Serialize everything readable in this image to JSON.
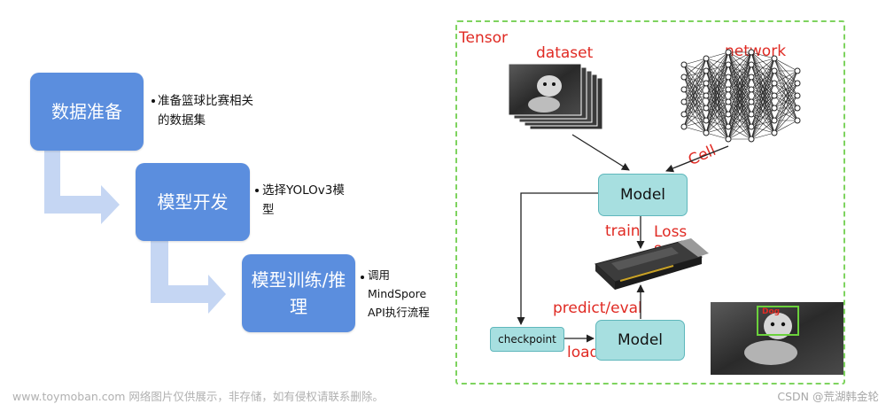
{
  "pipeline": {
    "steps": [
      {
        "label": "数据准备",
        "note": [
          "准备篮球比赛相关",
          "的数据集"
        ]
      },
      {
        "label": "模型开发",
        "note": [
          "选择YOLOv3模",
          "型"
        ]
      },
      {
        "label_lines": [
          "模型训练/推",
          "理"
        ],
        "note": [
          "调用",
          "MindSpore",
          "API执行流程"
        ]
      }
    ],
    "colors": {
      "step": "#5b8ede",
      "arrow": "#c5d6f3"
    }
  },
  "framework": {
    "container_label": "Tensor",
    "dataset_label": "dataset",
    "network_label": "network",
    "cell_label": "Cell",
    "model_top": "Model",
    "model_bottom": "Model",
    "train_label": "train",
    "loss_label": [
      "Loss",
      "scale"
    ],
    "predict_label": "predict/eval",
    "checkpoint_label": "checkpoint",
    "load_label": "load",
    "detect_tag": "Dog",
    "colors": {
      "border": "#7ed35f",
      "box": "#a7dfe0",
      "red": "#e02a23"
    }
  },
  "footer": {
    "left": "www.toymoban.com 网络图片仅供展示，非存储，如有侵权请联系删除。",
    "right": "CSDN @荒湖韩金轮"
  }
}
